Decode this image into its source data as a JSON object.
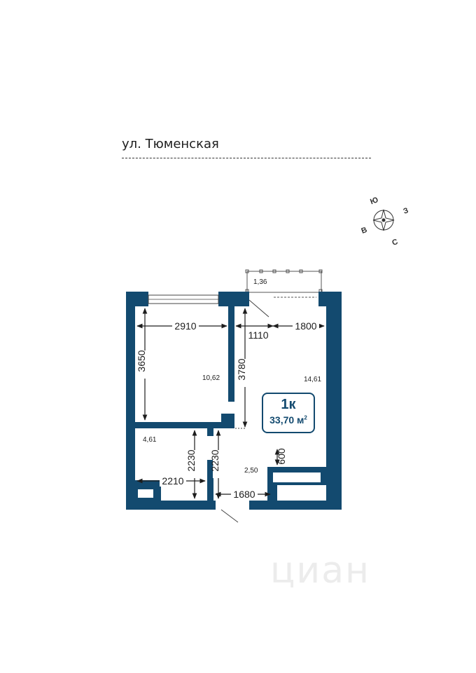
{
  "street": {
    "label": "ул. Тюменская"
  },
  "compass": {
    "north": "С",
    "south": "Ю",
    "east": "В",
    "west": "З"
  },
  "apartment": {
    "rooms": "1к",
    "area": "33,70 м",
    "area_unit_sup": "2"
  },
  "rooms": {
    "balcony": "1,36",
    "bedroom": "10,62",
    "living": "14,61",
    "hall": "4,61",
    "bathroom": "2,50"
  },
  "dimensions": {
    "bedroom_width": "2910",
    "bedroom_height": "3650",
    "corridor_height": "3780",
    "entry_width": "1110",
    "living_width": "1800",
    "hall_height": "2230",
    "bath_height": "2230",
    "hall_width": "2210",
    "bath_width": "1680",
    "kitchen_depth": "600"
  },
  "watermark": "циан",
  "colors": {
    "wall": "#134a6f",
    "line": "#1d1d1d"
  }
}
